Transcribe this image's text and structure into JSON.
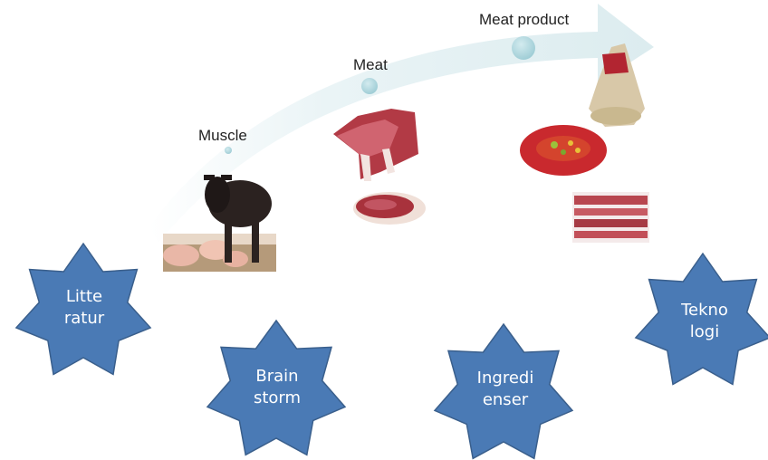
{
  "stages": [
    {
      "label": "Muscle"
    },
    {
      "label": "Meat"
    },
    {
      "label": "Meat product"
    }
  ],
  "stars": [
    {
      "line1": "Litte",
      "line2": "ratur"
    },
    {
      "line1": "Brain",
      "line2": "storm"
    },
    {
      "line1": "Ingredi",
      "line2": "enser"
    },
    {
      "line1": "Tekno",
      "line2": "logi"
    }
  ],
  "colors": {
    "arrow": "#e6f1f3",
    "dot": "#a9d3db",
    "star_fill": "#4a7ab5",
    "star_stroke": "#3a5f8c"
  }
}
